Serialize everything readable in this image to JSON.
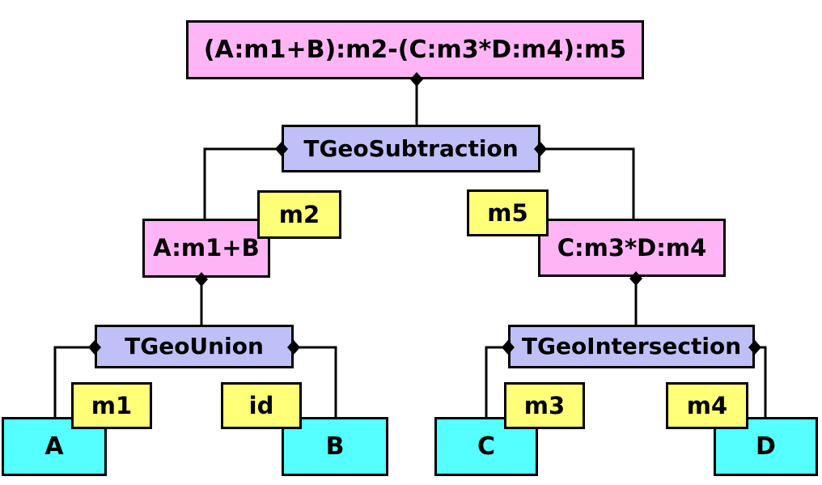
{
  "colors": {
    "expression_fill": "#ffb5f5",
    "operation_fill": "#c0c0f8",
    "matrix_fill": "#ffff78",
    "shape_fill": "#55ffff",
    "line": "#000000",
    "background": "#ffffff"
  },
  "nodes": {
    "root_expression": {
      "label": "(A:m1+B):m2-(C:m3*D:m4):m5",
      "kind": "expression"
    },
    "subtraction": {
      "label": "TGeoSubtraction",
      "kind": "operation"
    },
    "left_expression": {
      "label": "A:m1+B",
      "kind": "expression"
    },
    "right_expression": {
      "label": "C:m3*D:m4",
      "kind": "expression"
    },
    "union": {
      "label": "TGeoUnion",
      "kind": "operation"
    },
    "intersection": {
      "label": "TGeoIntersection",
      "kind": "operation"
    },
    "matrix_m1": {
      "label": "m1",
      "kind": "matrix"
    },
    "matrix_m2": {
      "label": "m2",
      "kind": "matrix"
    },
    "matrix_m3": {
      "label": "m3",
      "kind": "matrix"
    },
    "matrix_m4": {
      "label": "m4",
      "kind": "matrix"
    },
    "matrix_m5": {
      "label": "m5",
      "kind": "matrix"
    },
    "matrix_id": {
      "label": "id",
      "kind": "matrix"
    },
    "shape_a": {
      "label": "A",
      "kind": "shape"
    },
    "shape_b": {
      "label": "B",
      "kind": "shape"
    },
    "shape_c": {
      "label": "C",
      "kind": "shape"
    },
    "shape_d": {
      "label": "D",
      "kind": "shape"
    }
  }
}
